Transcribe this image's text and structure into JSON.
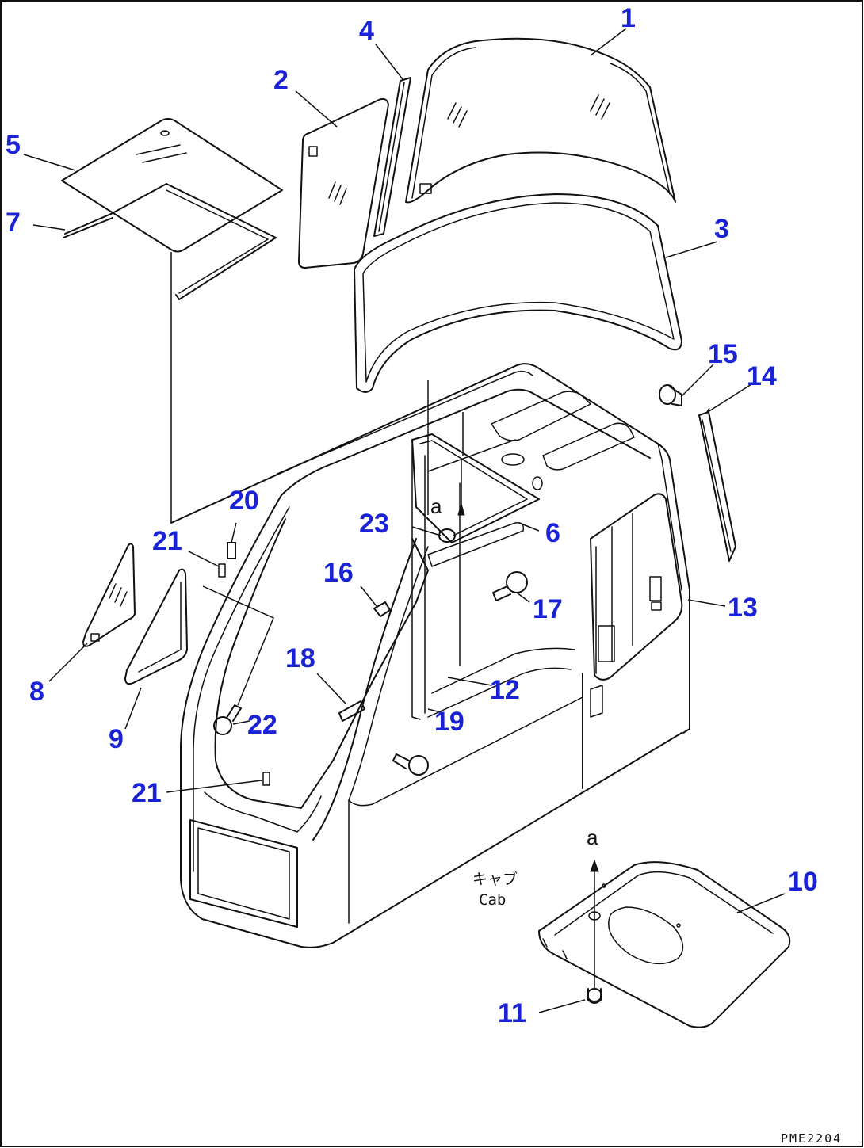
{
  "diagram": {
    "parts": [
      {
        "id": "p1",
        "num": "1"
      },
      {
        "id": "p2",
        "num": "2"
      },
      {
        "id": "p3",
        "num": "3"
      },
      {
        "id": "p4",
        "num": "4"
      },
      {
        "id": "p5",
        "num": "5"
      },
      {
        "id": "p6",
        "num": "6"
      },
      {
        "id": "p7",
        "num": "7"
      },
      {
        "id": "p8",
        "num": "8"
      },
      {
        "id": "p9",
        "num": "9"
      },
      {
        "id": "p10",
        "num": "10"
      },
      {
        "id": "p11",
        "num": "11"
      },
      {
        "id": "p12",
        "num": "12"
      },
      {
        "id": "p13",
        "num": "13"
      },
      {
        "id": "p14",
        "num": "14"
      },
      {
        "id": "p15",
        "num": "15"
      },
      {
        "id": "p16",
        "num": "16"
      },
      {
        "id": "p17",
        "num": "17"
      },
      {
        "id": "p18",
        "num": "18"
      },
      {
        "id": "p19",
        "num": "19"
      },
      {
        "id": "p20",
        "num": "20"
      },
      {
        "id": "p21a",
        "num": "21"
      },
      {
        "id": "p21b",
        "num": "21"
      },
      {
        "id": "p22",
        "num": "22"
      },
      {
        "id": "p23",
        "num": "23"
      }
    ],
    "ref_marks": [
      "a",
      "a"
    ],
    "cab_label_jp": "キャブ",
    "cab_label_en": "Cab",
    "drawing_code": "PME2204",
    "label_color": "#1a22d6"
  }
}
